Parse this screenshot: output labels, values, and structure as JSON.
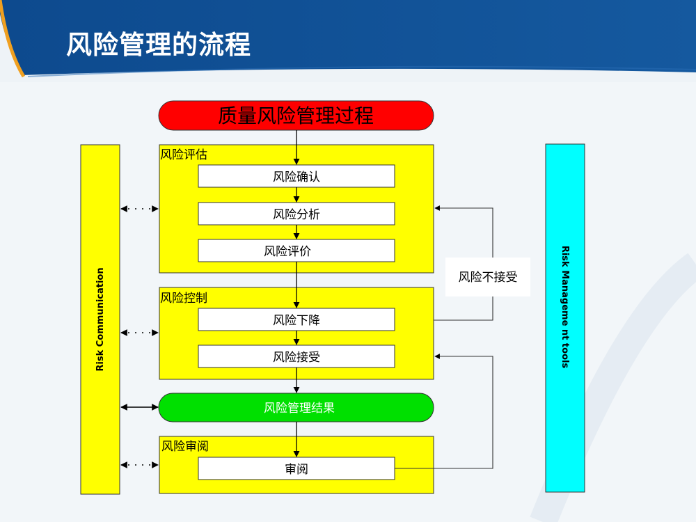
{
  "slide": {
    "title": "风险管理的流程"
  },
  "diagram": {
    "start": "质量风险管理过程",
    "communication_label": "Risk Communication",
    "tools_label": "Risk Manageme nt tools",
    "groups": {
      "assessment": "风险评估",
      "control": "风险控制",
      "review": "风险审阅"
    },
    "steps": {
      "identify": "风险确认",
      "analyze": "风险分析",
      "evaluate": "风险评价",
      "reduce": "风险下降",
      "accept": "风险接受",
      "review": "审阅"
    },
    "result": "风险管理结果",
    "not_accepted": "风险不接受"
  },
  "colors": {
    "header_blue": "#114f93",
    "yellow": "#ffff00",
    "red": "#ff0000",
    "green": "#00e000",
    "cyan": "#00ffff"
  }
}
